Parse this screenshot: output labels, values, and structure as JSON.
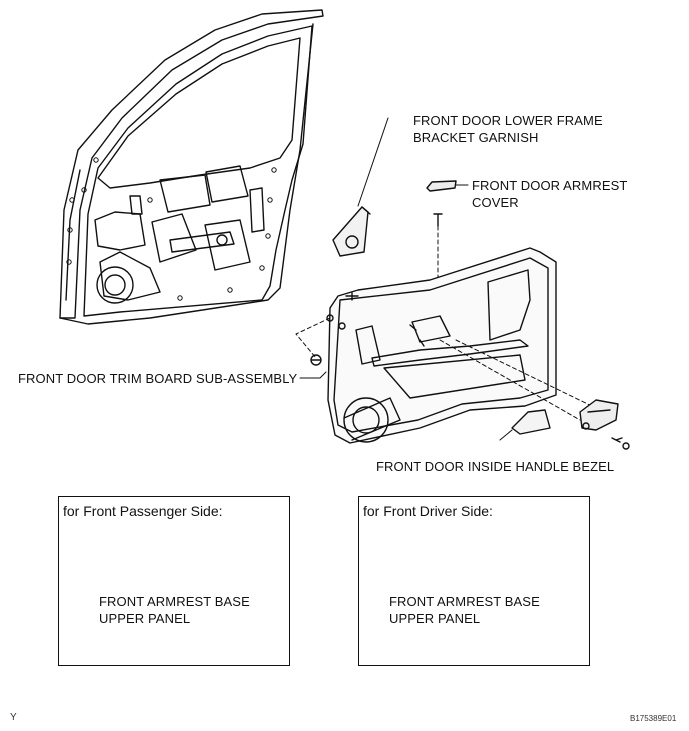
{
  "callouts": {
    "lower_frame_garnish": [
      "FRONT DOOR LOWER FRAME",
      "BRACKET GARNISH"
    ],
    "armrest_cover": [
      "FRONT DOOR ARMREST",
      "COVER"
    ],
    "trim_board": "FRONT DOOR TRIM BOARD SUB-ASSEMBLY",
    "inside_handle_bezel": "FRONT DOOR INSIDE HANDLE BEZEL"
  },
  "inset_passenger": {
    "title": "for Front Passenger Side:",
    "label": [
      "FRONT ARMREST BASE",
      "UPPER PANEL"
    ]
  },
  "inset_driver": {
    "title": "for Front Driver Side:",
    "label": [
      "FRONT ARMREST BASE",
      "UPPER PANEL"
    ]
  },
  "footer": {
    "left_mark": "Y",
    "figure_code": "B175389E01"
  }
}
